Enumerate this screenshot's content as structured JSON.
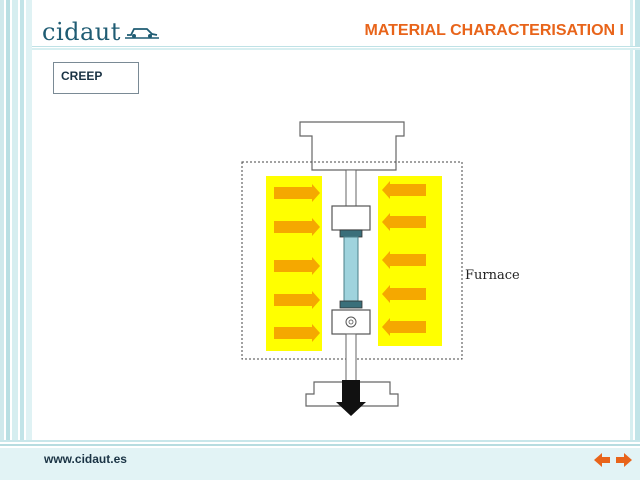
{
  "header": {
    "logo_text": "cidaut",
    "title": "MATERIAL CHARACTERISATION I"
  },
  "section": {
    "label": "CREEP"
  },
  "diagram": {
    "furnace_label": "Furnace"
  },
  "footer": {
    "url": "www.cidaut.es"
  },
  "navigation": {
    "prev_icon": "arrow-left-icon",
    "next_icon": "arrow-right-icon"
  },
  "colors": {
    "accent": "#e8641a",
    "brand": "#1f5c73",
    "heater": "#ffff00",
    "arrow": "#f5a800",
    "specimen": "#9fd3dd"
  }
}
